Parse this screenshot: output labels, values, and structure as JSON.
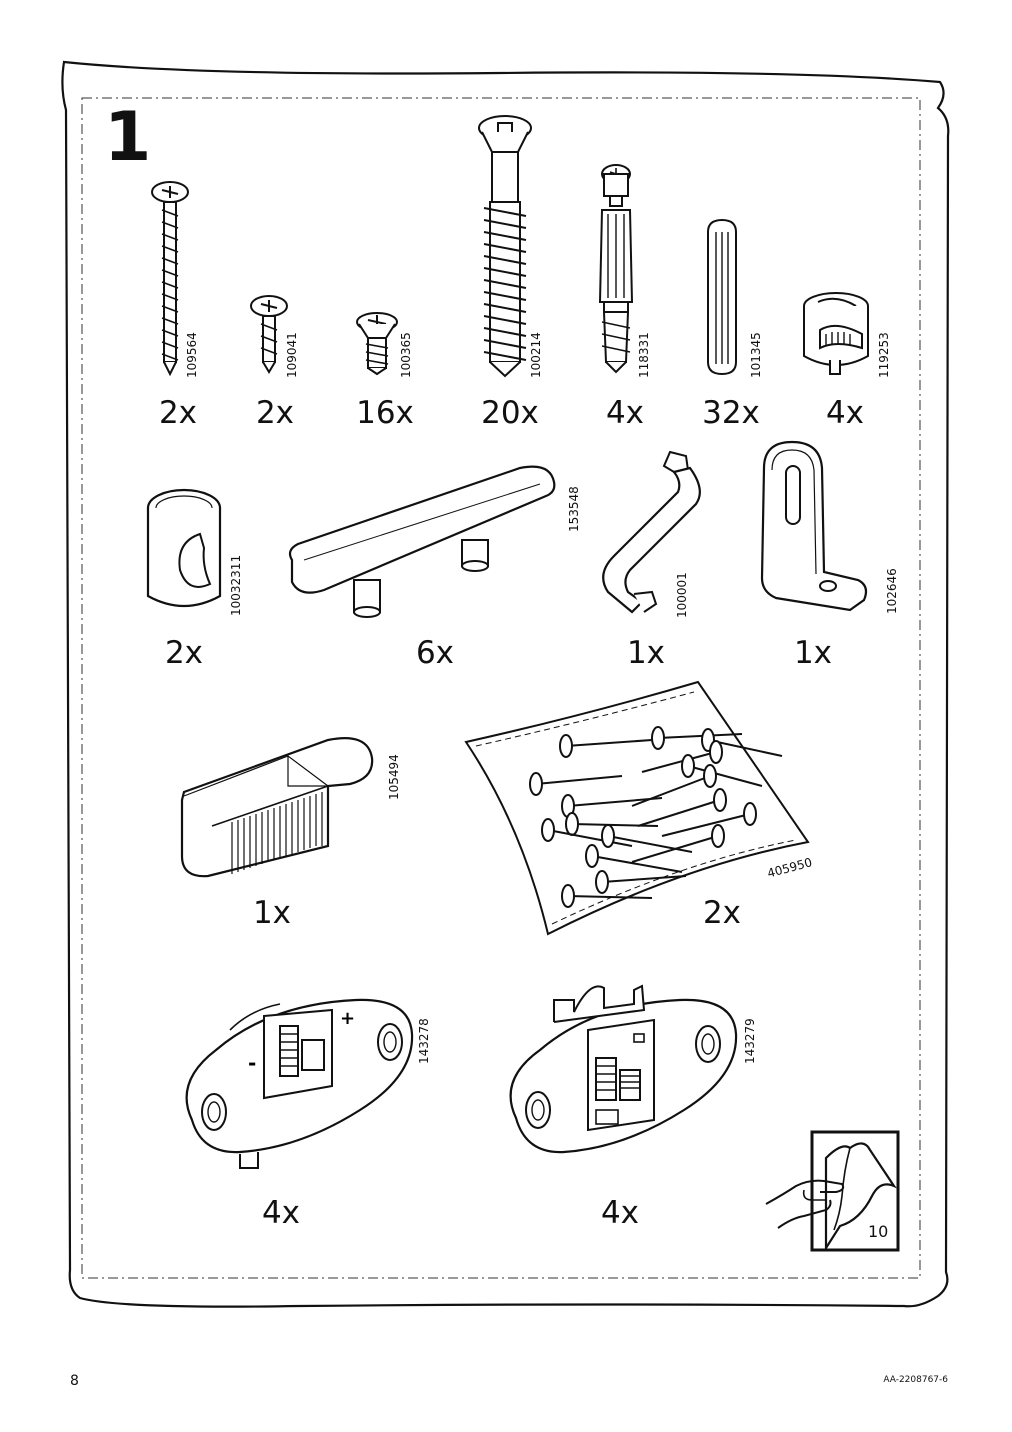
{
  "step": "1",
  "parts": [
    {
      "id": "screw-long",
      "code": "109564",
      "qty": "2x"
    },
    {
      "id": "screw-short",
      "code": "109041",
      "qty": "2x"
    },
    {
      "id": "screw-flat",
      "code": "100365",
      "qty": "16x"
    },
    {
      "id": "confirmat-screw",
      "code": "100214",
      "qty": "20x"
    },
    {
      "id": "cam-dowel",
      "code": "118331",
      "qty": "4x"
    },
    {
      "id": "wood-dowel",
      "code": "101345",
      "qty": "32x"
    },
    {
      "id": "cam-lock",
      "code": "119253",
      "qty": "4x"
    },
    {
      "id": "knob",
      "code": "10032311",
      "qty": "2x"
    },
    {
      "id": "handle",
      "code": "153548",
      "qty": "6x"
    },
    {
      "id": "allen-key",
      "code": "100001",
      "qty": "1x"
    },
    {
      "id": "angle-bracket",
      "code": "102646",
      "qty": "1x"
    },
    {
      "id": "wedge",
      "code": "105494",
      "qty": "1x"
    },
    {
      "id": "nail-bag",
      "code": "405950",
      "qty": "2x"
    },
    {
      "id": "hinge-plate-a",
      "code": "143278",
      "qty": "4x"
    },
    {
      "id": "hinge-plate-b",
      "code": "143279",
      "qty": "4x"
    }
  ],
  "hinge_marks": {
    "plus": "+",
    "minus": "-"
  },
  "turn_page": {
    "page": "10"
  },
  "footer": {
    "page_number": "8",
    "doc_ref": "AA-2208767-6"
  }
}
